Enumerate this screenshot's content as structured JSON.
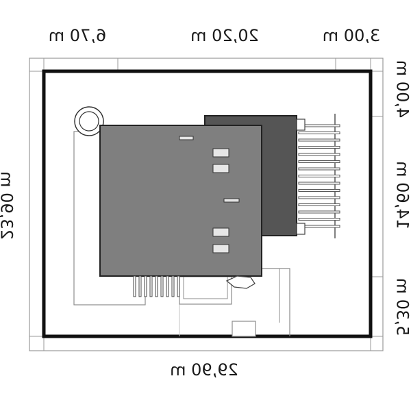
{
  "dimensions": {
    "top": [
      "6,70 m",
      "20,20 m",
      "3,00 m"
    ],
    "bottom": "29,90 m",
    "left": "23,90 m",
    "right": [
      "4,00 m",
      "14,60 m",
      "5,30 m"
    ]
  },
  "colors": {
    "background": "#ffffff",
    "plot_border": "#111111",
    "frame_line": "#9a9a9a",
    "house_fill": "#7f7f7f",
    "house_stroke": "#222222",
    "annex_fill": "#555555",
    "window_fill": "#e6e6e6",
    "outline": "#8c8c8c"
  },
  "text_orientation": "mirrored (image flipped)"
}
